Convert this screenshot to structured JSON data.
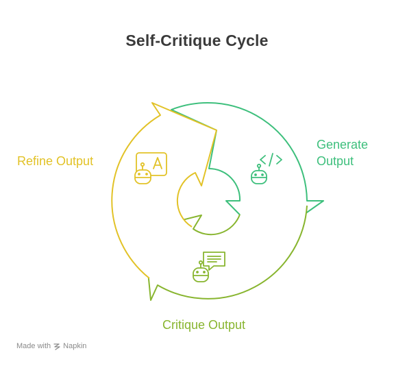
{
  "title": "Self-Critique Cycle",
  "stages": [
    {
      "label": "Generate Output",
      "line1": "Generate",
      "line2": "Output",
      "color": "#3dbf7c",
      "icon": "code-robot-icon"
    },
    {
      "label": "Critique Output",
      "color": "#88b52f",
      "icon": "chat-robot-icon"
    },
    {
      "label": "Refine Output",
      "color": "#e2c227",
      "icon": "image-robot-icon"
    }
  ],
  "footer": {
    "made_with": "Made with",
    "brand": "Napkin"
  }
}
